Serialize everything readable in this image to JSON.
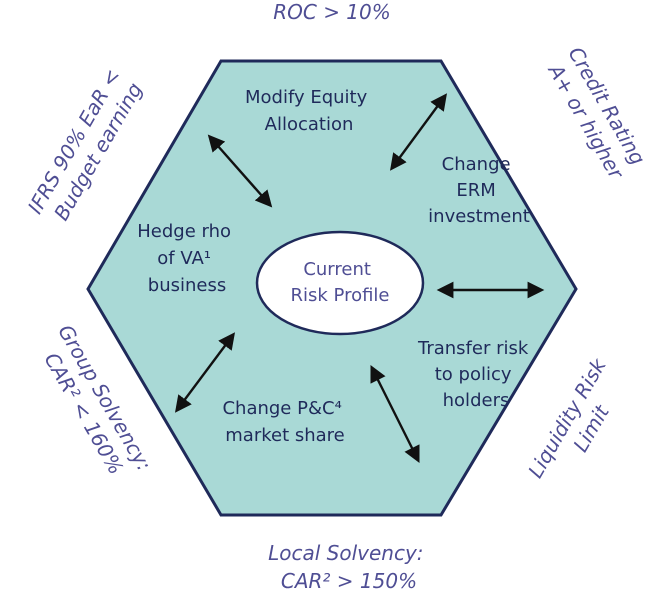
{
  "center": {
    "line1": "Current",
    "line2": "Risk Profile"
  },
  "constraints": {
    "top": "ROC > 10%",
    "top_right": {
      "line1": "Credit Rating",
      "line2": "A+ or higher"
    },
    "bottom_right": {
      "line1": "Liquidity Risk",
      "line2": "Limit"
    },
    "bottom": {
      "line1": "Local Solvency:",
      "line2": "CAR² > 150%"
    },
    "bottom_left": {
      "line1": "Group Solvency:",
      "line2": "CAR² < 160%"
    },
    "top_left": {
      "line1": "IFRS 90% EaR <",
      "line2": "Budget earning"
    }
  },
  "levers": {
    "equity": {
      "line1": "Modify Equity",
      "line2": "Allocation"
    },
    "erm": {
      "line1": "Change",
      "line2": "ERM",
      "line3": "investment"
    },
    "transfer": {
      "line1": "Transfer risk",
      "line2": "to policy",
      "line3": "holders"
    },
    "pc": {
      "line1": "Change P&C⁴",
      "line2": "market share"
    },
    "hedge": {
      "line1": "Hedge rho",
      "line2": "of VA¹",
      "line3": "business"
    }
  },
  "colors": {
    "hexagon_fill": "#a9d9d6",
    "hexagon_stroke": "#1f2a5a",
    "constraint_text": "#4f4e94",
    "lever_text": "#1f2a5a",
    "arrow": "#111111"
  }
}
